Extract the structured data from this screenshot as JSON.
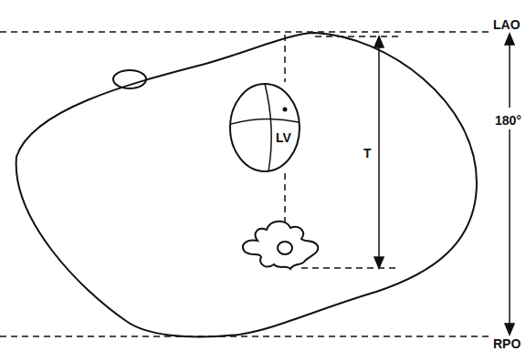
{
  "diagram": {
    "nodes": [
      {
        "text": [
          "LV"
        ]
      }
    ],
    "labels": [
      "LAO",
      "T",
      "180°",
      "RPO"
    ]
  }
}
